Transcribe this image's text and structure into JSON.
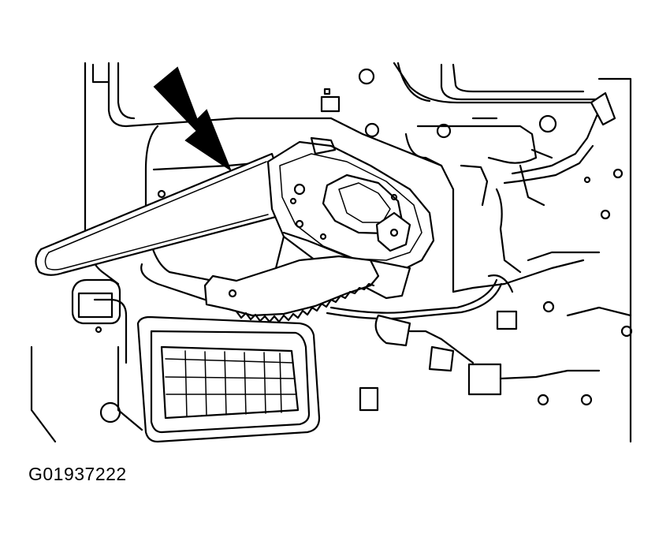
{
  "figure": {
    "code": "G01937222"
  },
  "parts": {
    "arrow": "callout-arrow-icon",
    "regulator": "window-regulator",
    "gear": "sector-gear",
    "harness": "wiring-harness",
    "vent": "vent-grille"
  }
}
